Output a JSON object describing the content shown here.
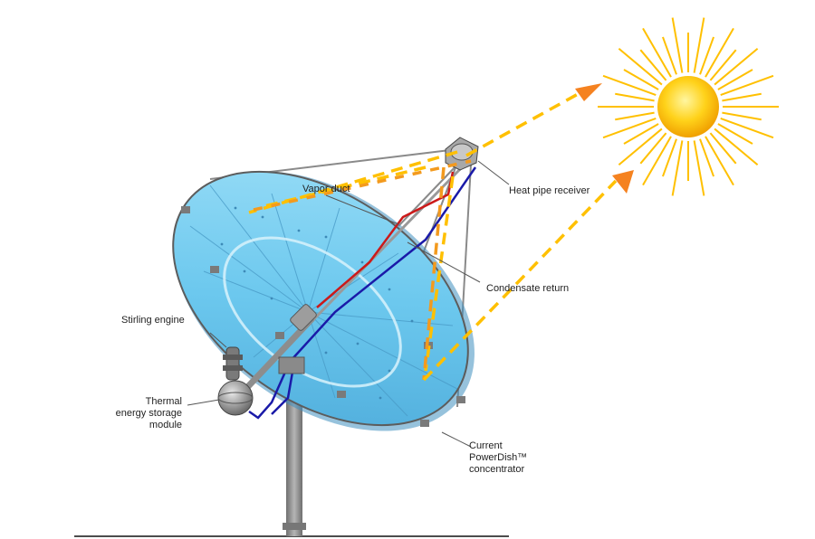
{
  "labels": {
    "heat_pipe_receiver": "Heat pipe receiver",
    "vapor_duct": "Vapor duct",
    "condensate_return": "Condensate return",
    "stirling_engine": "Stirling engine",
    "thermal_storage_line1": "Thermal",
    "thermal_storage_line2": "energy storage",
    "thermal_storage_line3": "module",
    "concentrator_line1": "Current",
    "concentrator_line2": "PowerDish™",
    "concentrator_line3": "concentrator"
  },
  "colors": {
    "sun_core": "#ffc400",
    "sun_rays": "#ffc000",
    "light_rays": "#ffb400",
    "arrow_heads": "#f58220",
    "dish_surface": "#6cc8ee",
    "vapor_duct_pipe": "#cc1a1a",
    "condensate_pipe": "#1a1aa8",
    "structure": "#8a8a8a"
  },
  "icons": {
    "sun": "sun-icon",
    "receiver": "receiver-icon",
    "engine": "stirling-engine-icon",
    "storage": "storage-sphere-icon"
  }
}
